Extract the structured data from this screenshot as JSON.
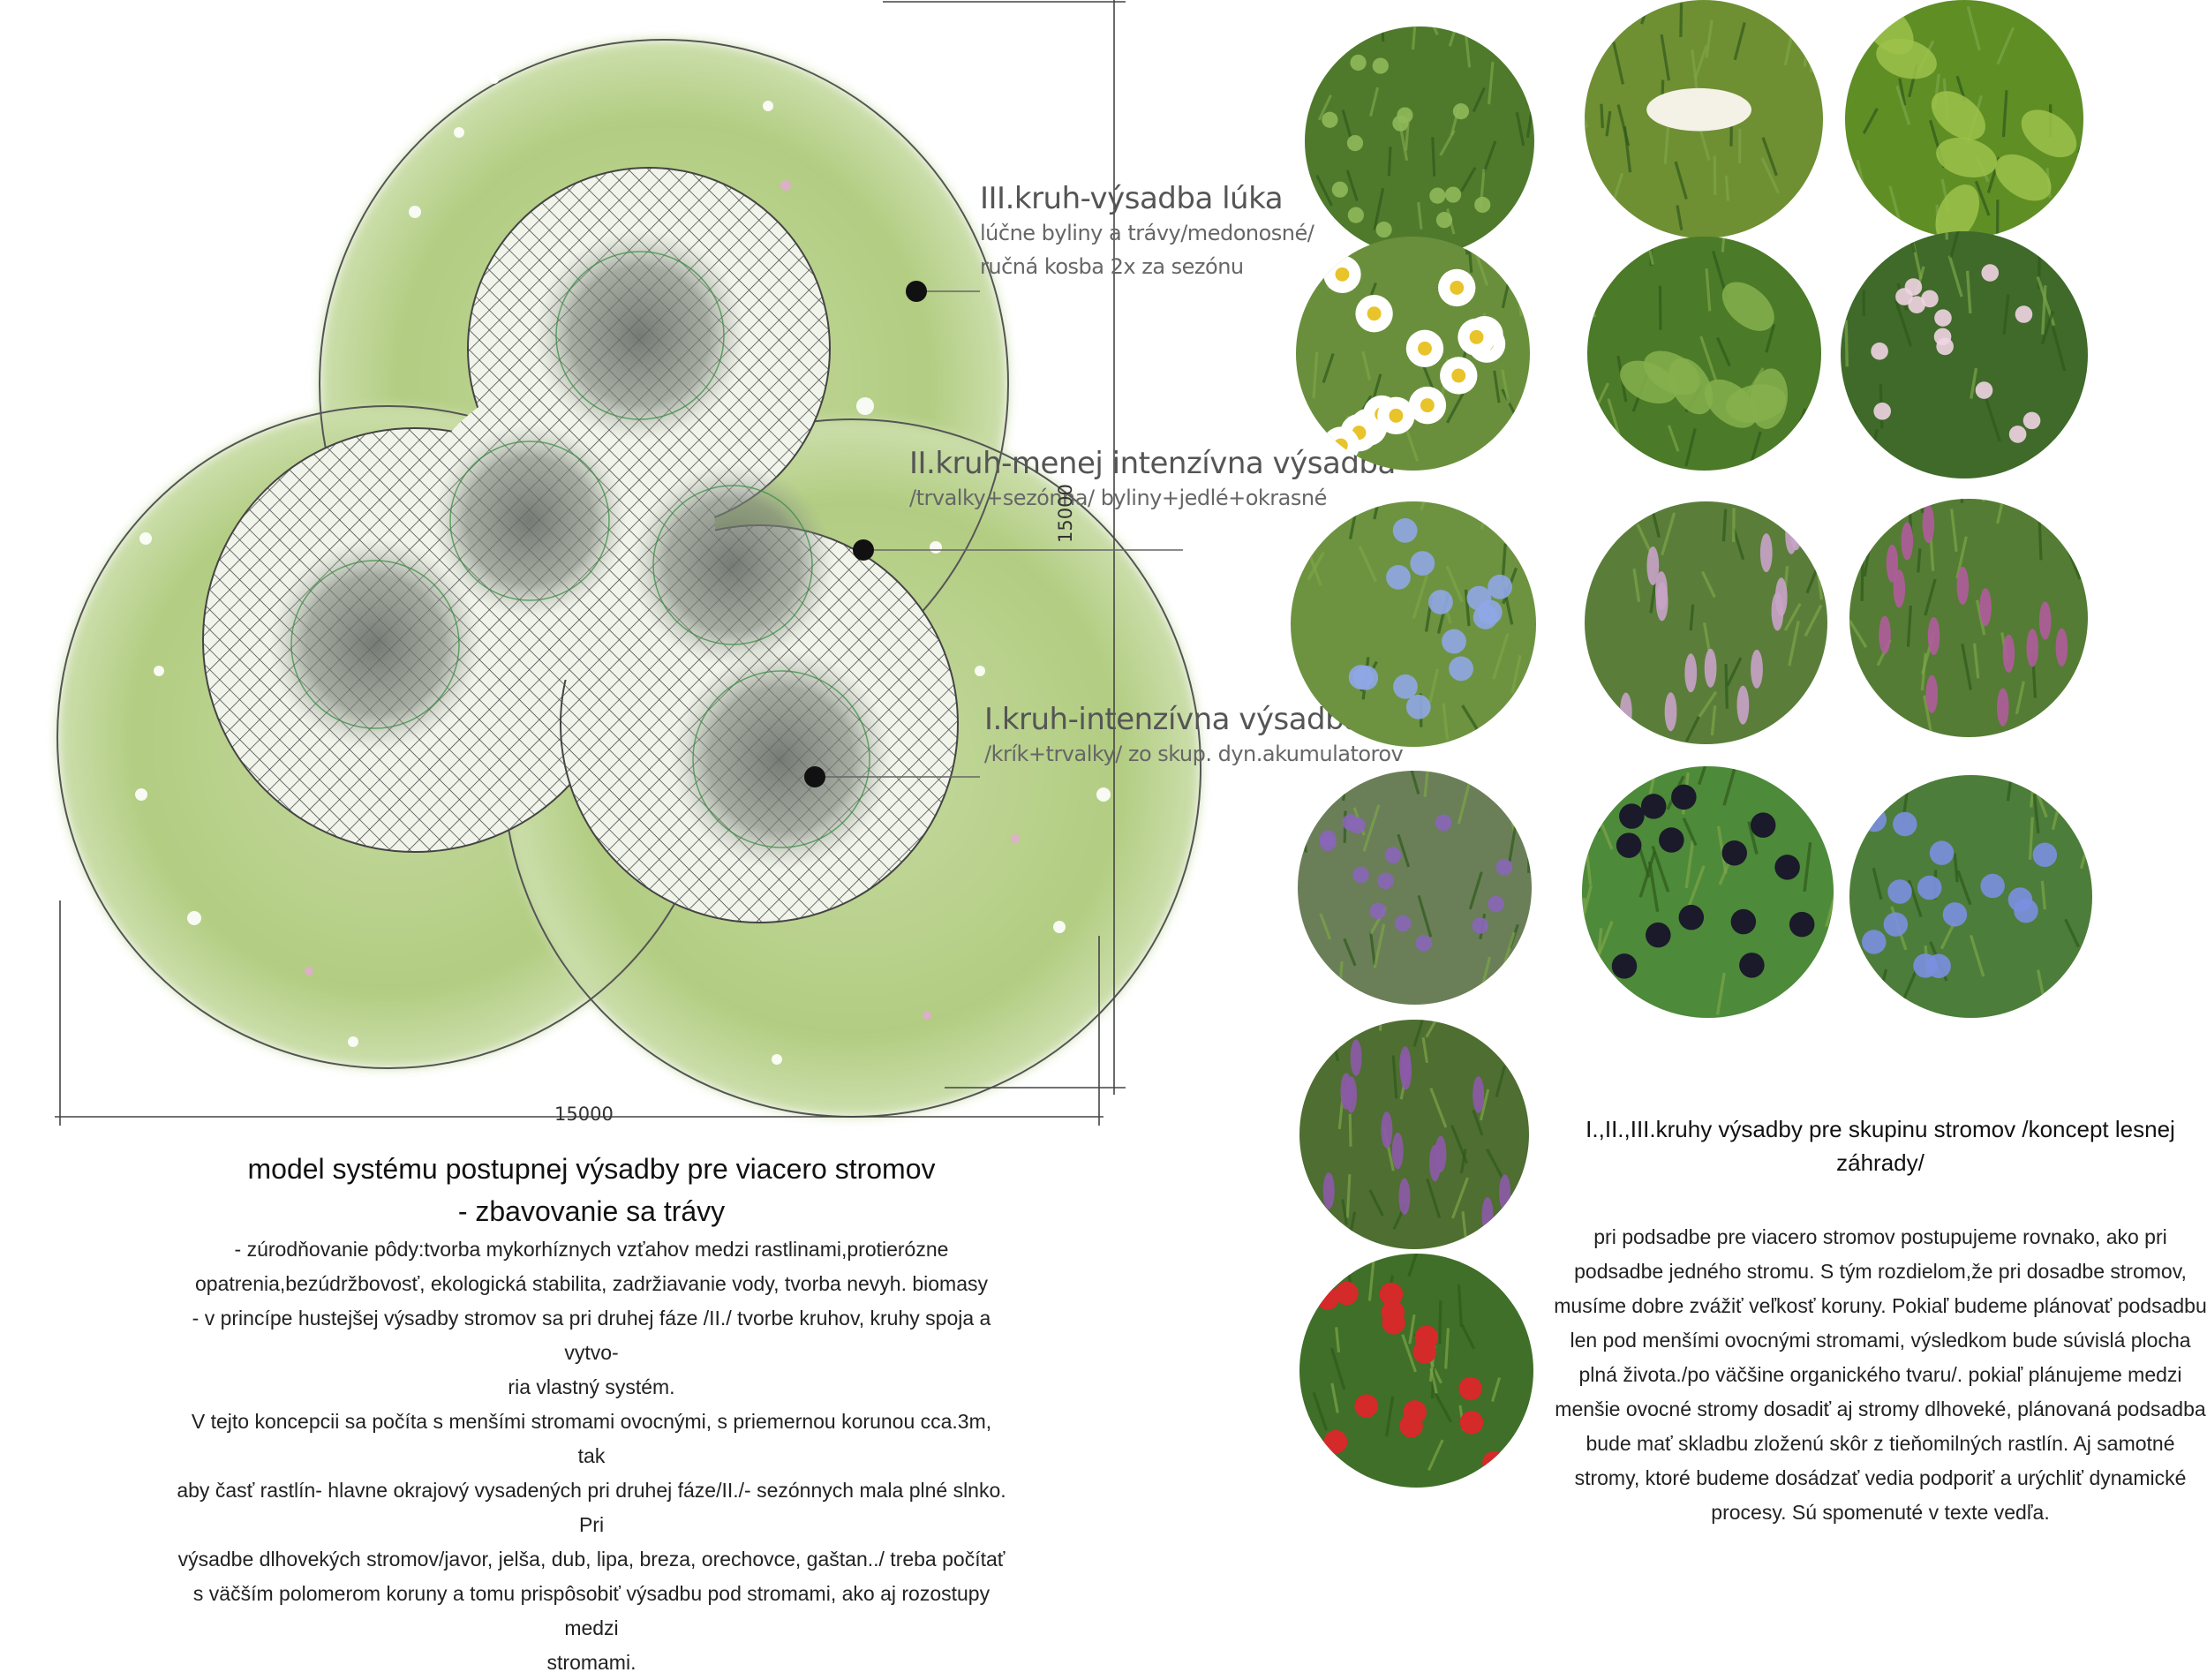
{
  "labels": {
    "ring3": {
      "title": "III.kruh-výsadba lúka",
      "line1": "lúčne byliny a trávy/medonosné/",
      "line2": "ručná kosba 2x za sezónu"
    },
    "ring2": {
      "title": "II.kruh-menej intenzívna výsadba",
      "line1": "/trvalky+sezónna/ byliny+jedlé+okrasné"
    },
    "ring1": {
      "title": "I.kruh-intenzívna výsadba",
      "line1": "/krík+trvalky/ zo skup. dyn.akumulatorov"
    }
  },
  "dimensions": {
    "horizontal": "15000",
    "vertical": "15000"
  },
  "caption": {
    "title_line1": "model systému postupnej výsadby pre viacero stromov",
    "title_line2": "- zbavovanie sa trávy",
    "lines": [
      "- zúrodňovanie pôdy:tvorba mykorhíznych vzťahov medzi rastlinami,protierózne",
      "opatrenia,bezúdržbovosť, ekologická stabilita, zadržiavanie vody, tvorba nevyh. biomasy",
      "- v princípe hustejšej výsadby stromov sa pri druhej fáze /II./ tvorbe kruhov, kruhy spoja a vytvo-",
      "ria vlastný systém.",
      "V tejto koncepcii sa počíta s menšími stromami  ovocnými, s priemernou korunou cca.3m, tak",
      "aby časť rastlín- hlavne okrajový vysadených pri druhej fáze/II./- sezónnych mala plné slnko. Pri",
      "výsadbe dlhovekých stromov/javor, jelša, dub, lipa, breza, orechovce, gaštan../ treba počítať",
      "s väčším polomerom koruny a tomu prispôsobiť výsadbu pod stromami, ako aj rozostupy medzi",
      "stromami."
    ]
  },
  "side_text": {
    "title": "I.,II.,III.kruhy výsadby pre  skupinu stromov /koncept lesnej záhrady/",
    "lines": [
      "pri podsadbe pre viacero stromov postupujeme rovnako, ako pri",
      "podsadbe jedného stromu. S tým rozdielom,že pri dosadbe stromov,",
      "musíme dobre zvážiť veľkosť koruny. Pokiaľ budeme plánovať podsadbu",
      "len pod menšími ovocnými stromami, výsledkom bude súvislá plocha",
      "plná života./po väčšine organického tvaru/. pokiaľ plánujeme medzi",
      "menšie ovocné stromy dosadiť aj stromy dlhoveké, plánovaná podsadba",
      "bude mať skladbu zloženú skôr  z tieňomilných rastlín. Aj samotné",
      "stromy, ktoré budeme dosádzať vedia podporiť a urýchliť dynamické",
      "procesy. Sú spomenuté v texte vedľa."
    ]
  },
  "photos": [
    {
      "name": "grass-herb-photo",
      "bg": "#4f7a2c",
      "accent": "#8fb85a",
      "kind": "grass"
    },
    {
      "name": "wild-carrot-photo",
      "bg": "#6f8f33",
      "accent": "#f4f1e6",
      "kind": "umbel"
    },
    {
      "name": "leafy-herb-photo",
      "bg": "#5f8e25",
      "accent": "#9cc24a",
      "kind": "leaves"
    },
    {
      "name": "chamomile-photo",
      "bg": "#6a8f3c",
      "accent": "#ffffff",
      "kind": "daisy"
    },
    {
      "name": "lemon-balm-photo",
      "bg": "#4b7a28",
      "accent": "#86b04c",
      "kind": "leaves"
    },
    {
      "name": "valerian-photo",
      "bg": "#3f6a2a",
      "accent": "#f0d4e2",
      "kind": "dots"
    },
    {
      "name": "chicory-photo",
      "bg": "#6d9340",
      "accent": "#8fa7e6",
      "kind": "flowers"
    },
    {
      "name": "mint-photo",
      "bg": "#5a7e3a",
      "accent": "#c8a3c8",
      "kind": "spikes"
    },
    {
      "name": "wildflower-photo",
      "bg": "#557c34",
      "accent": "#b05c9c",
      "kind": "spikes"
    },
    {
      "name": "verbena-photo",
      "bg": "#6a7f58",
      "accent": "#8a66b8",
      "kind": "dots"
    },
    {
      "name": "blackcurrant-photo",
      "bg": "#4d8a3a",
      "accent": "#1a1a2a",
      "kind": "berries"
    },
    {
      "name": "iris-photo",
      "bg": "#4d7d3a",
      "accent": "#7b8fe0",
      "kind": "flowers"
    },
    {
      "name": "hyssop-photo",
      "bg": "#4f6e32",
      "accent": "#8c5aa8",
      "kind": "spikes"
    },
    {
      "name": "strawberry-photo",
      "bg": "#3f6f28",
      "accent": "#d42a2a",
      "kind": "berries"
    }
  ]
}
